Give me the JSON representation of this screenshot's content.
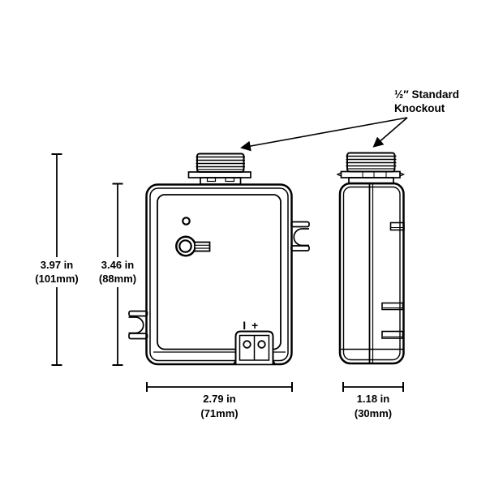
{
  "diagram": {
    "type": "technical-dimension-drawing",
    "background_color": "#ffffff",
    "line_color": "#000000",
    "views": [
      "front-view",
      "side-view"
    ],
    "knockout_note": {
      "line1": "½″ Standard",
      "line2": "Knockout"
    },
    "terminal_label": "I +",
    "dimensions": {
      "overall_height": {
        "in": "3.97 in",
        "mm": "(101mm)"
      },
      "body_height": {
        "in": "3.46 in",
        "mm": "(88mm)"
      },
      "body_width": {
        "in": "2.79 in",
        "mm": "(71mm)"
      },
      "depth": {
        "in": "1.18 in",
        "mm": "(30mm)"
      }
    }
  }
}
